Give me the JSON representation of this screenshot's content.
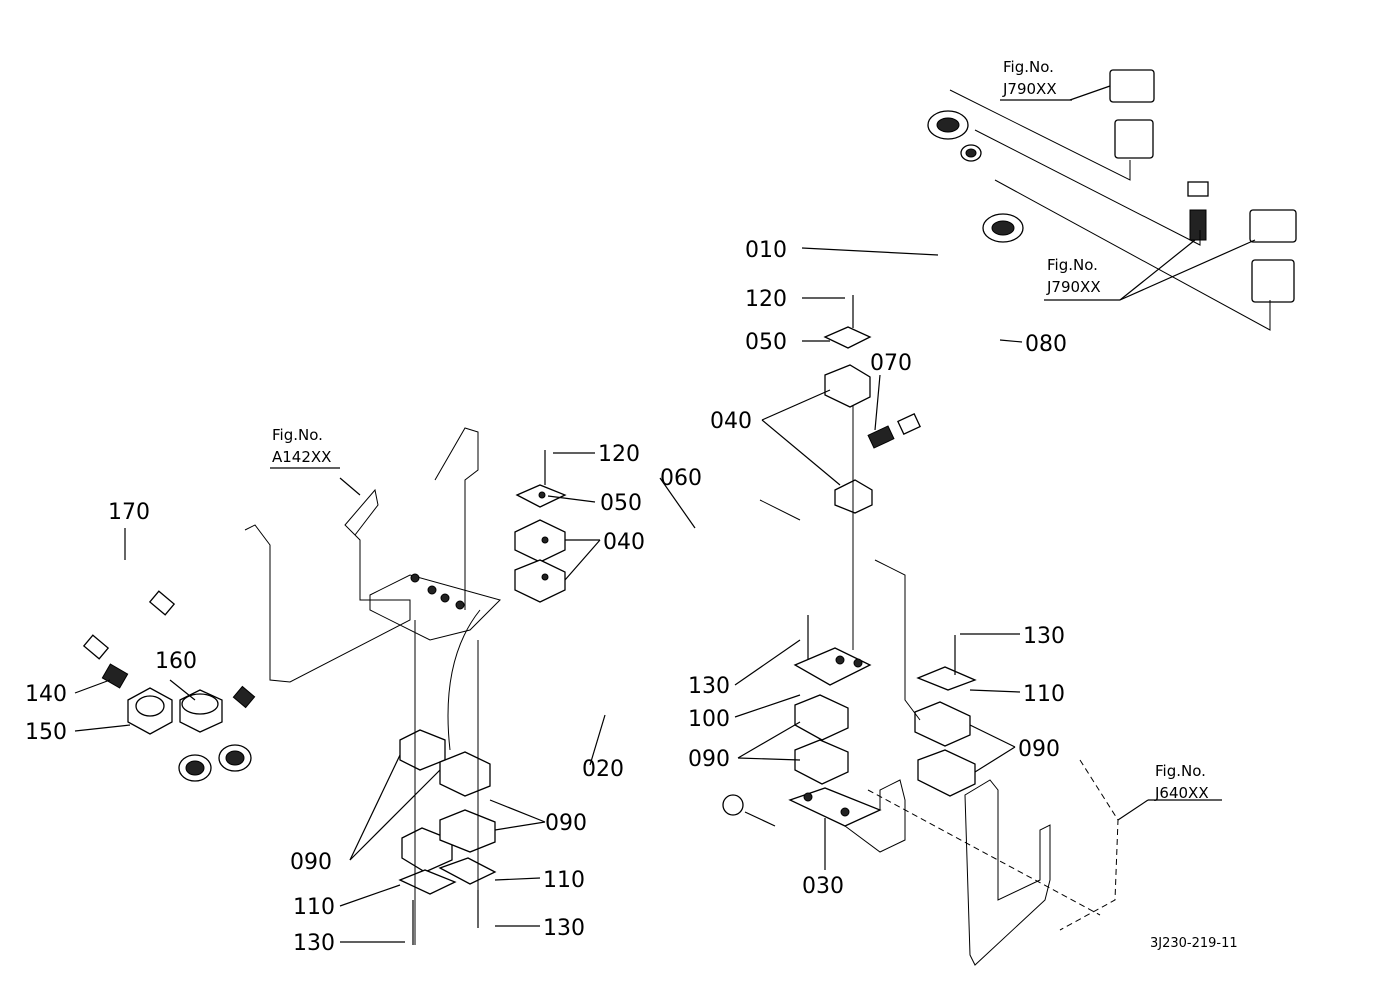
{
  "labels": {
    "p010": "010",
    "p120a": "120",
    "p050a": "050",
    "p070": "070",
    "p080": "080",
    "p040a": "040",
    "p120b": "120",
    "p050b": "050",
    "p060": "060",
    "p040b": "040",
    "p170": "170",
    "p160": "160",
    "p140": "140",
    "p150": "150",
    "p020": "020",
    "p090a": "090",
    "p090b": "090",
    "p110a": "110",
    "p110b": "110",
    "p130a": "130",
    "p130b": "130",
    "p130c": "130",
    "p100": "100",
    "p090c": "090",
    "p030": "030",
    "p130d": "130",
    "p110c": "110",
    "p090d": "090"
  },
  "figrefs": {
    "a142_title": "Fig.No.",
    "a142_code": "A142XX",
    "j790a_title": "Fig.No.",
    "j790a_code": "J790XX",
    "j790b_title": "Fig.No.",
    "j790b_code": "J790XX",
    "j640_title": "Fig.No.",
    "j640_code": "J640XX"
  },
  "drawing_code": "3J230-219-11"
}
